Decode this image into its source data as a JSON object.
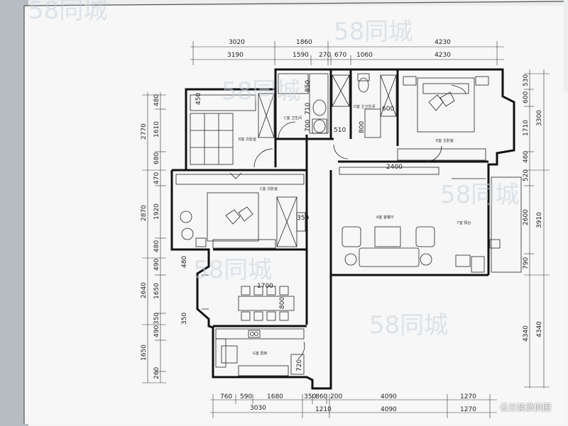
{
  "top_dims_outer": [
    "3020",
    "1860",
    "4230"
  ],
  "top_dims_inner": [
    "3190",
    "1590",
    "270",
    "670",
    "1060",
    "4230"
  ],
  "left_dims_outer": [
    "2770",
    "2870",
    "2640",
    "1650"
  ],
  "left_dims_inner": [
    "480",
    "1610",
    "680",
    "470",
    "1920",
    "480",
    "490",
    "1650",
    "350",
    "490",
    "260"
  ],
  "right_dims_outer": [
    "3300",
    "3910",
    "4340"
  ],
  "right_dims_inner": [
    "530",
    "600",
    "1710",
    "460",
    "520",
    "2600",
    "790",
    "4340"
  ],
  "bottom_dims_outer": [
    "3030",
    "1210",
    "4090",
    "1270"
  ],
  "bottom_dims_inner": [
    "760",
    "590",
    "1680",
    "350",
    "860",
    "200",
    "4090",
    "1270"
  ],
  "interior_dims": {
    "d450": "450",
    "d850": "850",
    "d710": "710",
    "d700": "700",
    "d510": "510",
    "d800a": "800",
    "d600": "600",
    "d2400": "2400",
    "d350a": "350",
    "d480": "480",
    "d1700": "1700",
    "d800b": "800",
    "d350b": "350",
    "d720": "720"
  },
  "rooms": {
    "secondary_bedroom": "B室 次卧室",
    "bathroom_1": "C室 卫生间",
    "bathroom_2": "D室 主卫生间",
    "master_bedroom": "E室 主卧室",
    "main_bedroom_2": "C室 次卧室",
    "living_room": "A室 客餐厅",
    "balcony": "F室 阳台",
    "kitchen": "G室 厨房"
  },
  "watermark": "58同城",
  "credit": "云兰装潢供图"
}
